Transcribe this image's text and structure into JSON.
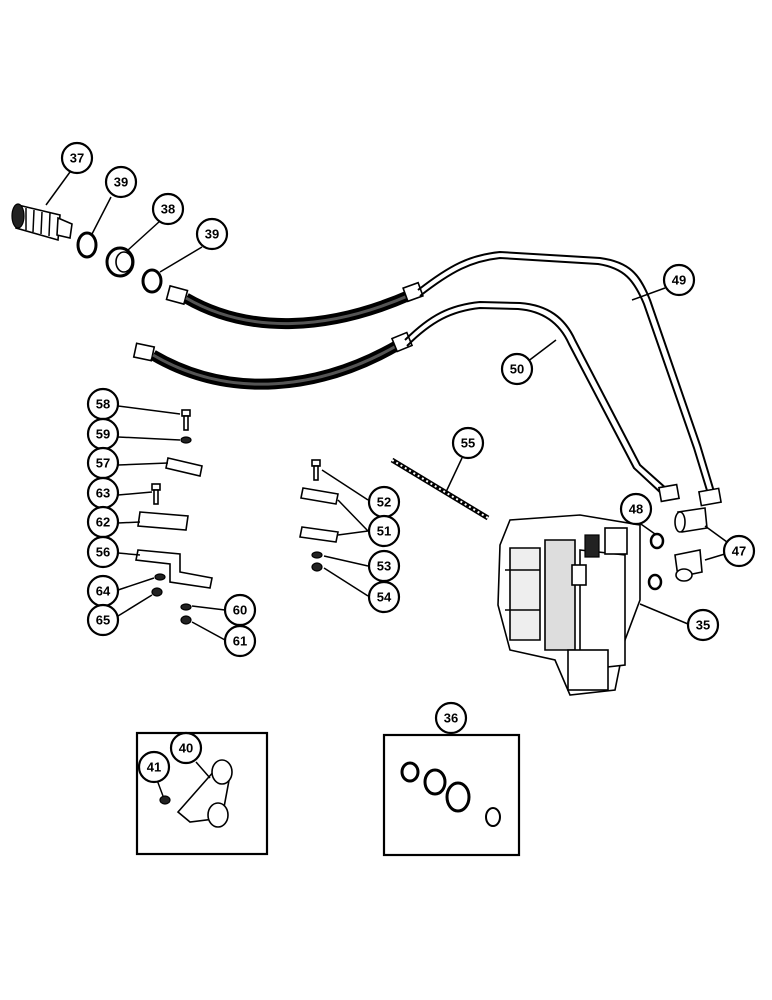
{
  "callouts": {
    "c37": "37",
    "c39a": "39",
    "c38": "38",
    "c39b": "39",
    "c49": "49",
    "c50": "50",
    "c58": "58",
    "c59": "59",
    "c57": "57",
    "c63": "63",
    "c62": "62",
    "c56": "56",
    "c64": "64",
    "c65": "65",
    "c60": "60",
    "c61": "61",
    "c55": "55",
    "c52": "52",
    "c51": "51",
    "c53": "53",
    "c54": "54",
    "c48": "48",
    "c47": "47",
    "c35": "35",
    "c36": "36",
    "c40": "40",
    "c41": "41"
  }
}
